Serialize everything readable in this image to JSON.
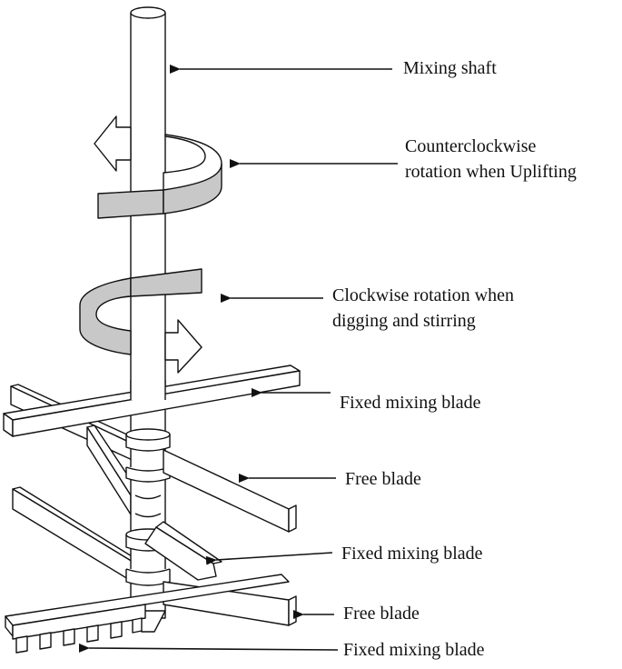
{
  "labels": {
    "mixing_shaft": "Mixing shaft",
    "ccw_line1": "Counterclockwise",
    "ccw_line2": "rotation when Uplifting",
    "cw_line1": "Clockwise rotation when",
    "cw_line2": "digging and stirring",
    "fixed_blade_1": "Fixed mixing blade",
    "free_blade_1": "Free blade",
    "fixed_blade_2": "Fixed mixing blade",
    "free_blade_2": "Free blade",
    "fixed_blade_3": "Fixed mixing blade"
  },
  "colors": {
    "outline": "#111111",
    "band_fill": "#c8c8c8",
    "body_fill": "#ffffff"
  }
}
